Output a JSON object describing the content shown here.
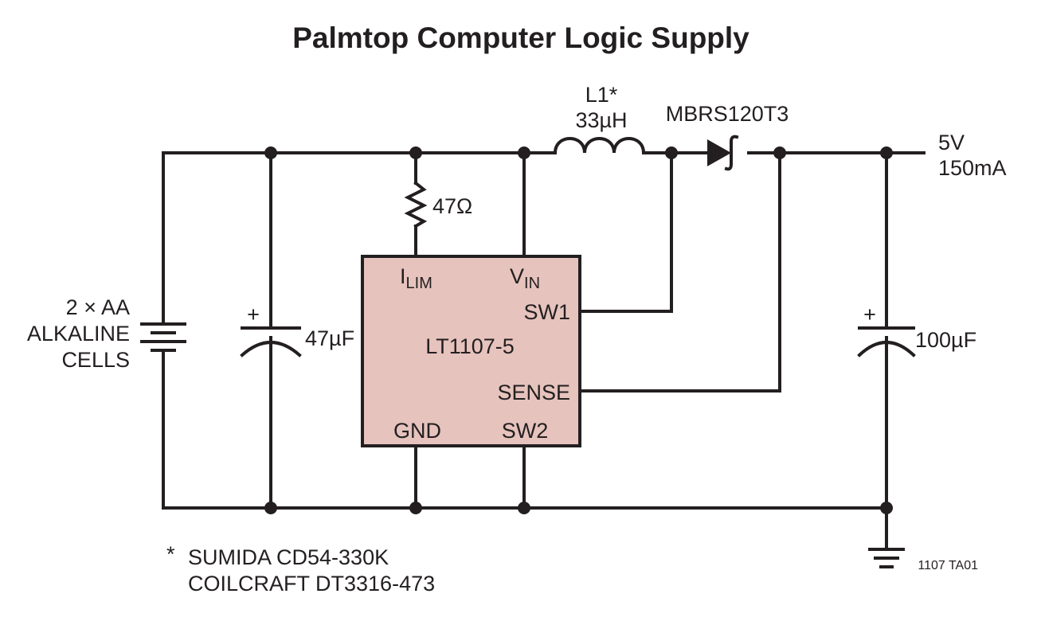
{
  "title": "Palmtop Computer Logic Supply",
  "colors": {
    "ic_fill": "#e6c3bd",
    "ink": "#231f20",
    "background": "#ffffff"
  },
  "battery": {
    "line1": "2 × AA",
    "line2": "ALKALINE",
    "line3": "CELLS"
  },
  "input_cap": {
    "plus": "+",
    "value": "47µF"
  },
  "output_cap": {
    "plus": "+",
    "value": "100µF"
  },
  "resistor": {
    "value": "47Ω"
  },
  "inductor": {
    "ref": "L1*",
    "value": "33µH"
  },
  "diode": {
    "part": "MBRS120T3"
  },
  "output": {
    "voltage": "5V",
    "current": "150mA"
  },
  "ic": {
    "name": "LT1107-5",
    "pins": {
      "ilim_main": "I",
      "ilim_sub": "LIM",
      "vin_main": "V",
      "vin_sub": "IN",
      "sw1": "SW1",
      "sense": "SENSE",
      "gnd": "GND",
      "sw2": "SW2"
    }
  },
  "footnote": {
    "marker": "*",
    "line1": "SUMIDA CD54-330K",
    "line2": "COILCRAFT DT3316-473"
  },
  "figure_id": "1107 TA01"
}
